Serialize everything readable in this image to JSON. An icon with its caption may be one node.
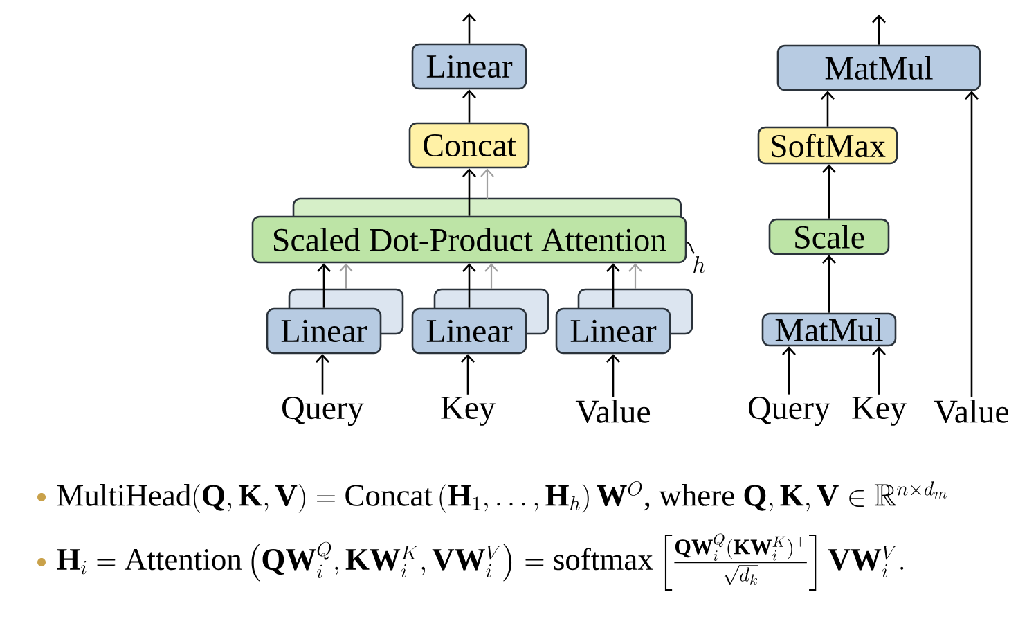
{
  "diagram": {
    "nodes": [
      {
        "text": [
          "Linear"
        ]
      },
      {
        "text": [
          "Concat"
        ]
      },
      {
        "text": [
          "Scaled Dot-Product Attention"
        ],
        "beside": [
          "h"
        ]
      },
      {
        "text": [
          "Linear"
        ]
      },
      {
        "text": [
          "Linear"
        ]
      },
      {
        "text": [
          "Linear"
        ]
      },
      {
        "text": [
          "Query"
        ]
      },
      {
        "text": [
          "Key"
        ]
      },
      {
        "text": [
          "Value"
        ]
      },
      {
        "text": [
          "MatMul"
        ]
      },
      {
        "text": [
          "SoftMax"
        ]
      },
      {
        "text": [
          "Scale"
        ]
      },
      {
        "text": [
          "MatMul"
        ]
      },
      {
        "text": [
          "Query"
        ]
      },
      {
        "text": [
          "Key"
        ]
      },
      {
        "text": [
          "Value"
        ]
      }
    ],
    "edges": [
      {
        "from": 6,
        "to": 3,
        "arrow": "to"
      },
      {
        "from": 7,
        "to": 4,
        "arrow": "to"
      },
      {
        "from": 8,
        "to": 5,
        "arrow": "to"
      },
      {
        "from": 3,
        "to": 2,
        "arrow": "to"
      },
      {
        "from": 4,
        "to": 2,
        "arrow": "to"
      },
      {
        "from": 5,
        "to": 2,
        "arrow": "to"
      },
      {
        "from": 2,
        "to": 1,
        "arrow": "to"
      },
      {
        "from": 1,
        "to": 0,
        "arrow": "to"
      },
      {
        "from": 0,
        "to": null,
        "arrow": "to"
      },
      {
        "from": 13,
        "to": 12,
        "arrow": "to"
      },
      {
        "from": 14,
        "to": 12,
        "arrow": "to"
      },
      {
        "from": 12,
        "to": 11,
        "arrow": "to"
      },
      {
        "from": 11,
        "to": 10,
        "arrow": "to"
      },
      {
        "from": 10,
        "to": 9,
        "arrow": "to"
      },
      {
        "from": 15,
        "to": 9,
        "arrow": "to"
      },
      {
        "from": 9,
        "to": null,
        "arrow": "to"
      },
      {
        "from": 3,
        "to": 2,
        "arrow": "to",
        "color": "#a0a0a0"
      },
      {
        "from": 4,
        "to": 2,
        "arrow": "to",
        "color": "#a0a0a0"
      },
      {
        "from": 5,
        "to": 2,
        "arrow": "to",
        "color": "#a0a0a0"
      },
      {
        "from": 2,
        "to": 1,
        "arrow": "to",
        "color": "#a0a0a0"
      }
    ],
    "labels": [
      "\\mathrm{MultiHead}(\\mathbf{Q},\\mathbf{K},\\mathbf{V}) = \\mathrm{Concat}\\left(\\mathbf{H}_1,\\ldots,\\mathbf{H}_h\\right)\\mathbf{W}^O\\text{, where }\\mathbf{Q},\\mathbf{K},\\mathbf{V}\\in\\mathbb{R}^{n\\times d_m}",
      "\\mathbf{H}_i = \\mathrm{Attention}\\left(\\mathbf{Q}\\mathbf{W}_i^Q,\\mathbf{K}\\mathbf{W}_i^K,\\mathbf{V}\\mathbf{W}_i^V\\right) = \\mathrm{softmax}\\left[\\frac{\\mathbf{Q}\\mathbf{W}_i^Q(\\mathbf{K}\\mathbf{W}_i^K)^\\top}{\\sqrt{d_k}}\\right]\\mathbf{V}\\mathbf{W}_i^V."
    ]
  }
}
